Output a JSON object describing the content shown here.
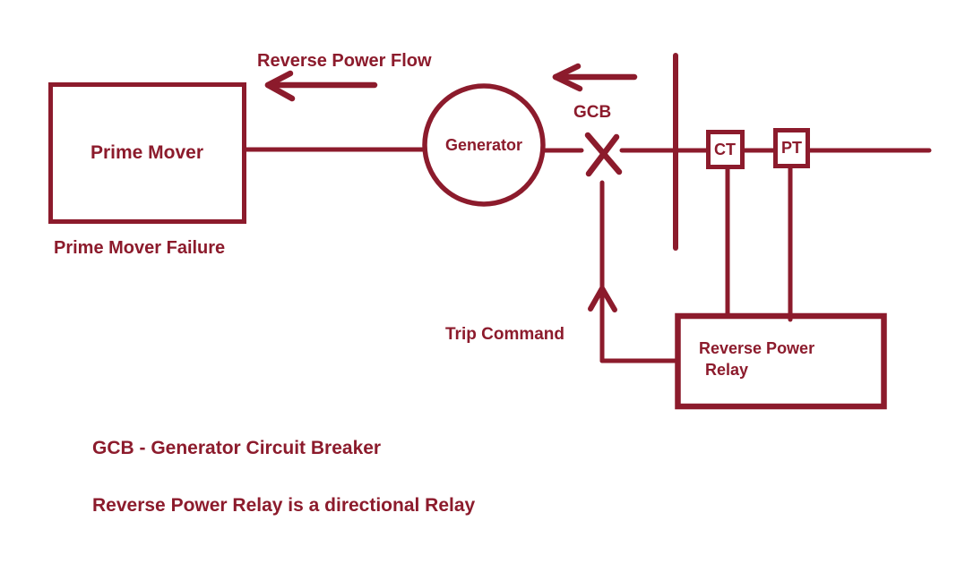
{
  "colors": {
    "ink": "#8c1b2c",
    "background": "#ffffff"
  },
  "labels": {
    "reverse_power_flow": "Reverse Power Flow",
    "prime_mover": "Prime Mover",
    "prime_mover_failure": "Prime Mover Failure",
    "generator": "Generator",
    "gcb": "GCB",
    "ct": "CT",
    "pt": "PT",
    "relay_line1": "Reverse Power",
    "relay_line2": "Relay",
    "trip_command": "Trip Command"
  },
  "notes": {
    "gcb_definition": "GCB - Generator Circuit Breaker",
    "relay_note": "Reverse Power Relay is a directional Relay"
  },
  "diagram": {
    "components": [
      "Prime Mover",
      "Generator",
      "GCB",
      "Busbar",
      "CT",
      "PT",
      "Reverse Power Relay"
    ],
    "flow_direction": "left"
  }
}
